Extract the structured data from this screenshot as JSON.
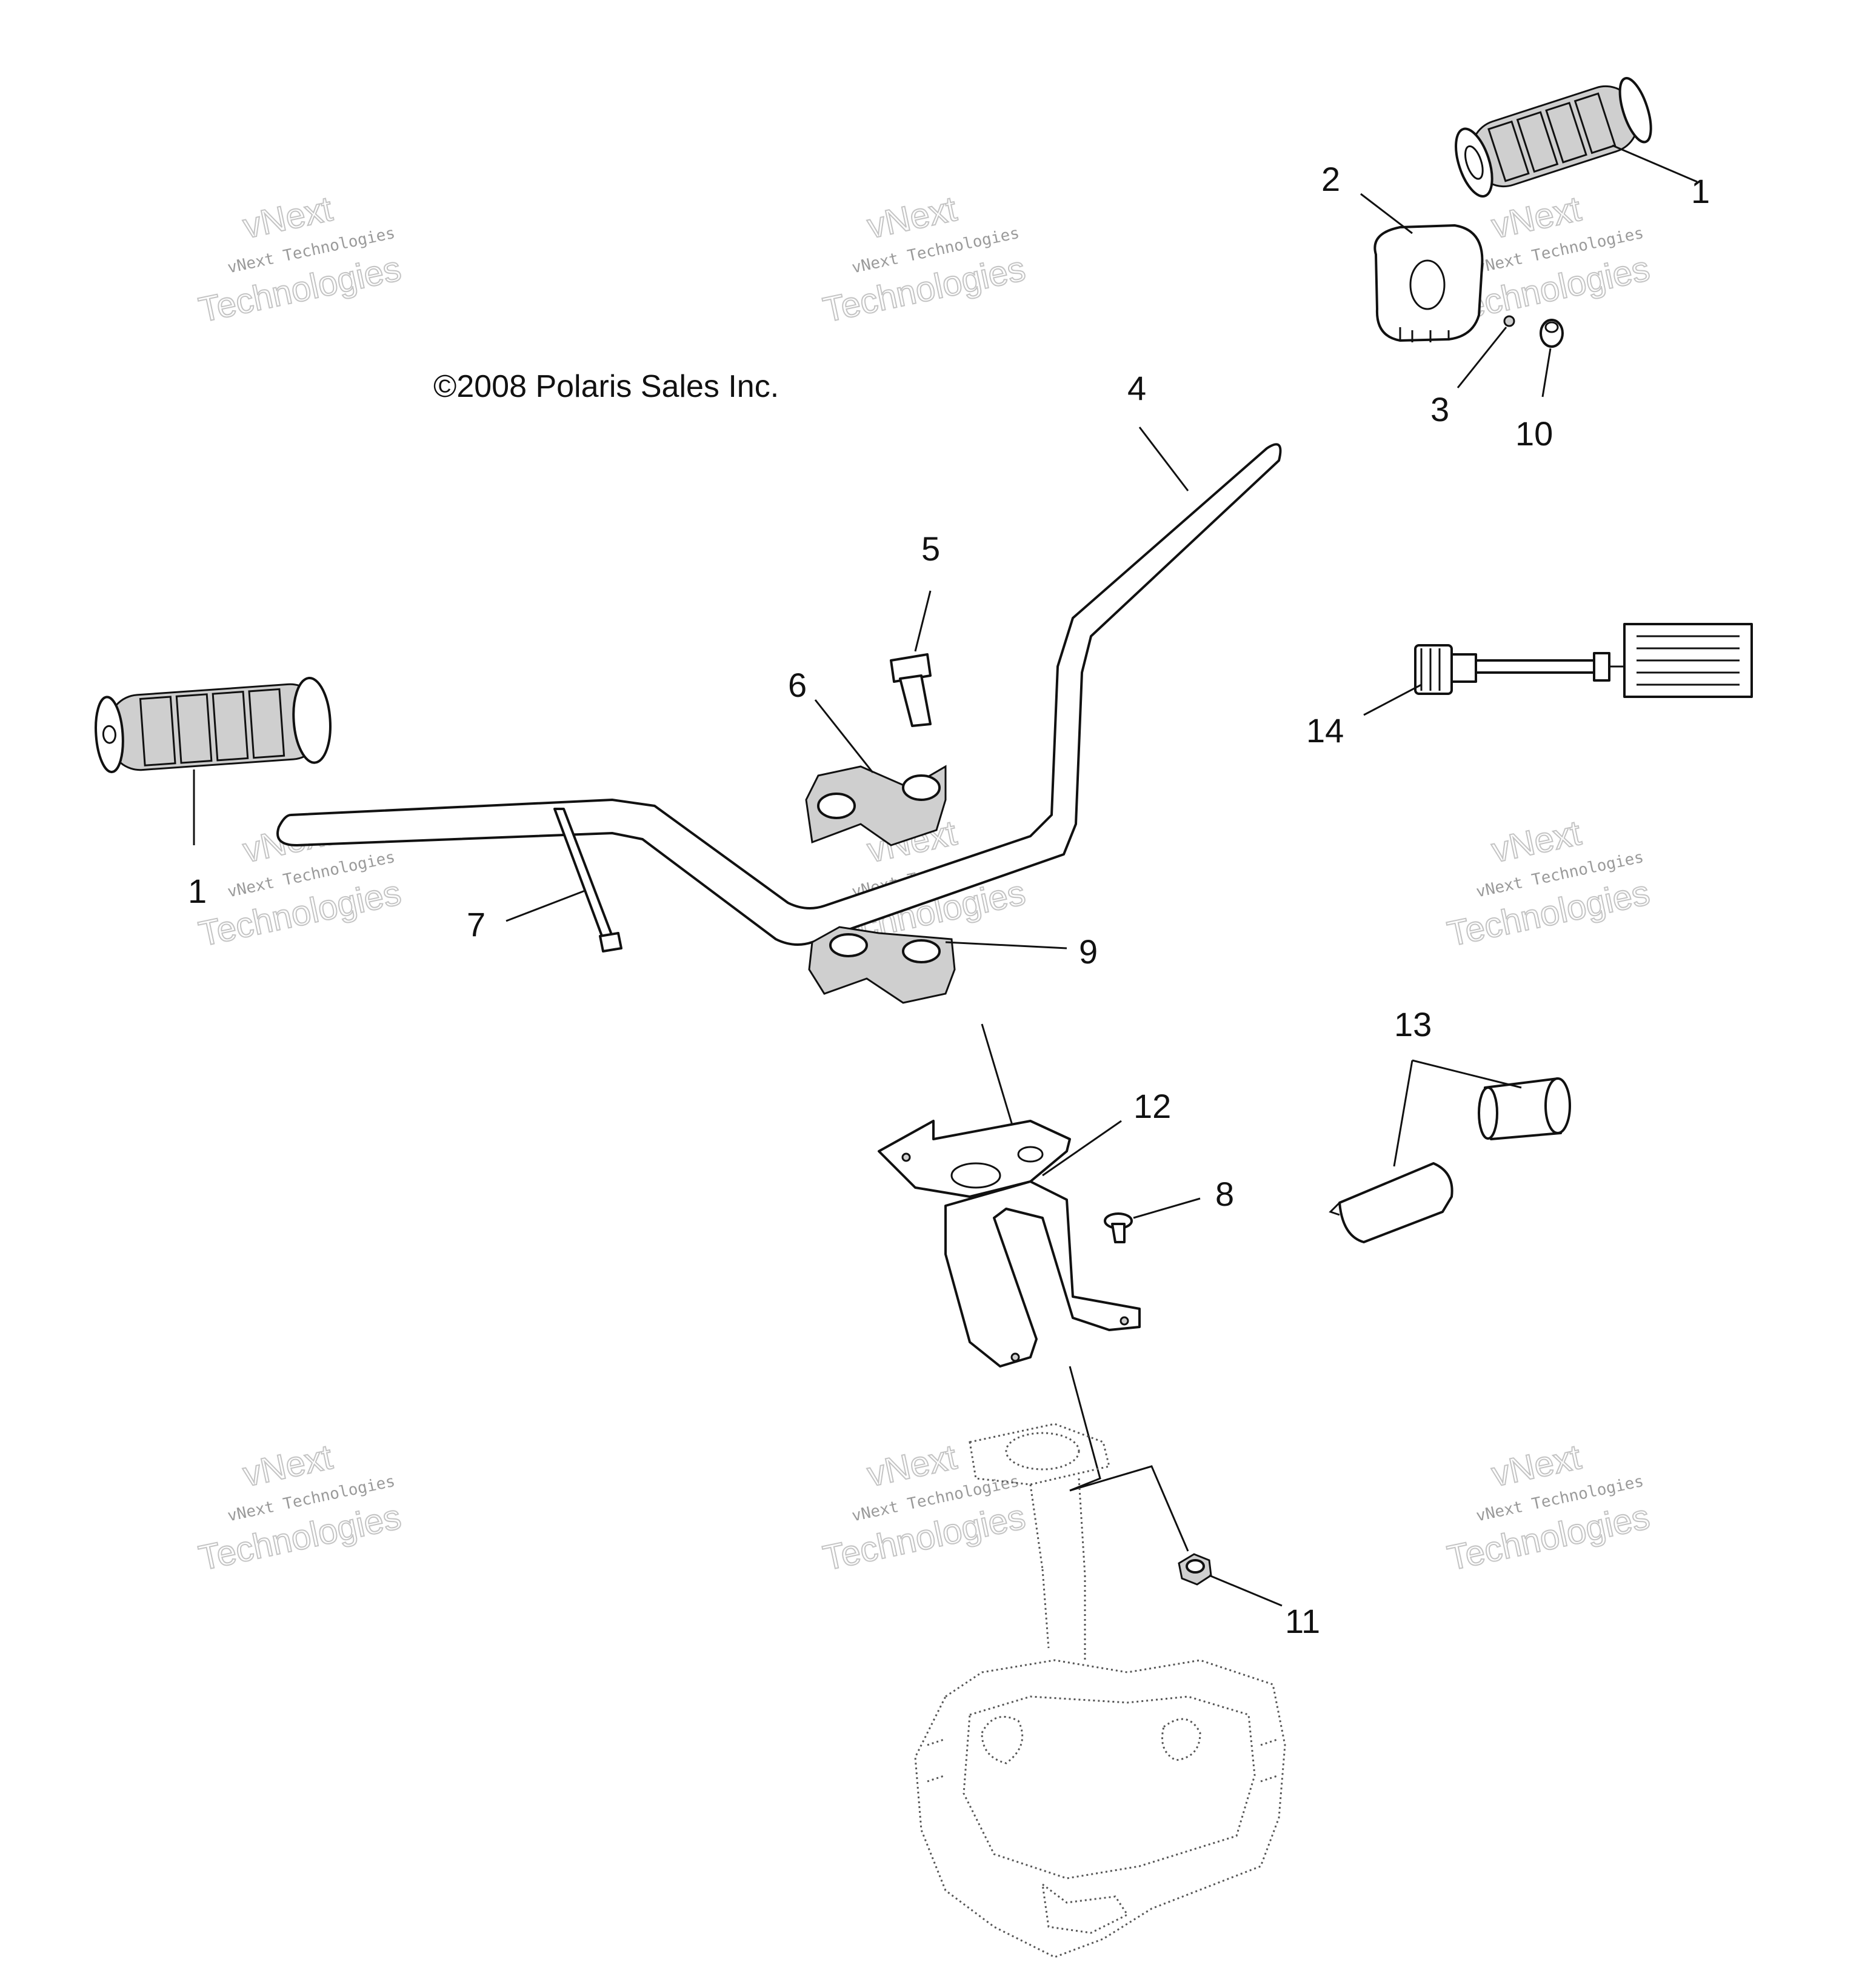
{
  "copyright": "©2008 Polaris Sales Inc.",
  "watermark": {
    "line1": "vNext",
    "line2": "vNext Technologies",
    "line3": "Technologies"
  },
  "callouts": {
    "grip_right": "1",
    "grip_left": "1",
    "throttle_housing": "2",
    "screw_small": "3",
    "handlebar": "4",
    "bolt_clamp": "5",
    "clamp_upper": "6",
    "bolt_long": "7",
    "screw_bracket": "8",
    "clamp_lower": "9",
    "plug_small": "10",
    "nut": "11",
    "bracket": "12",
    "end_plug": "13",
    "heater_harness": "14"
  },
  "colors": {
    "line": "#111111",
    "part_shade": "#cfcfcf",
    "watermark": "#9a9a9a"
  }
}
